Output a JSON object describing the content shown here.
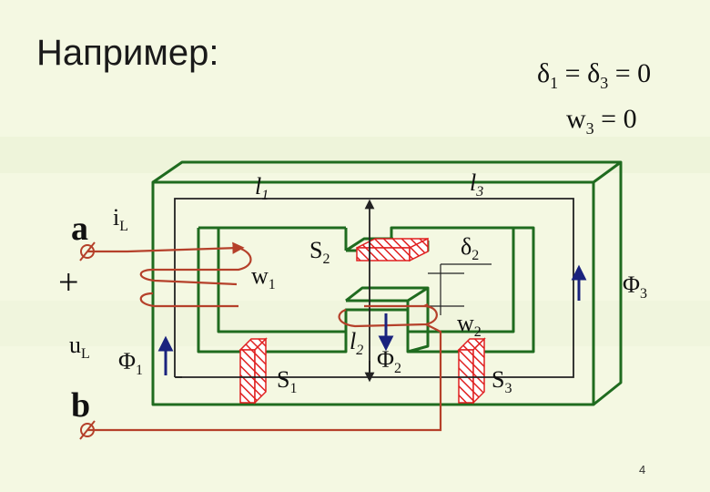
{
  "title": "Например:",
  "equations": {
    "line1": {
      "d1": "δ",
      "d1_sub": "1",
      "eq1": " = ",
      "d3": "δ",
      "d3_sub": "3",
      "eq2": " = 0"
    },
    "line2": {
      "w": "w",
      "w_sub": "3",
      "eq": " = 0"
    }
  },
  "labels": {
    "iL": {
      "base": "i",
      "sub": "L"
    },
    "a": "a",
    "plus": "+",
    "uL": {
      "base": "u",
      "sub": "L"
    },
    "b": "b",
    "l1": {
      "base": "l",
      "sub": "1"
    },
    "l2": {
      "base": "l",
      "sub": "2"
    },
    "l3": {
      "base": "l",
      "sub": "3"
    },
    "S1": {
      "base": "S",
      "sub": "1"
    },
    "S2": {
      "base": "S",
      "sub": "2"
    },
    "S3": {
      "base": "S",
      "sub": "3"
    },
    "w1": {
      "base": "w",
      "sub": "1"
    },
    "w2": {
      "base": "w",
      "sub": "2"
    },
    "delta2": {
      "base": "δ",
      "sub": "2"
    },
    "Phi1": {
      "base": "Φ",
      "sub": "1"
    },
    "Phi2": {
      "base": "Φ",
      "sub": "2"
    },
    "Phi3": {
      "base": "Φ",
      "sub": "3"
    }
  },
  "page_number": "4",
  "colors": {
    "core": "#1f6b1f",
    "winding": "#b5402a",
    "hatch": "#e02020",
    "flux_arrow": "#1a237e",
    "path_line": "#222222",
    "background": "#f4f8e2"
  }
}
